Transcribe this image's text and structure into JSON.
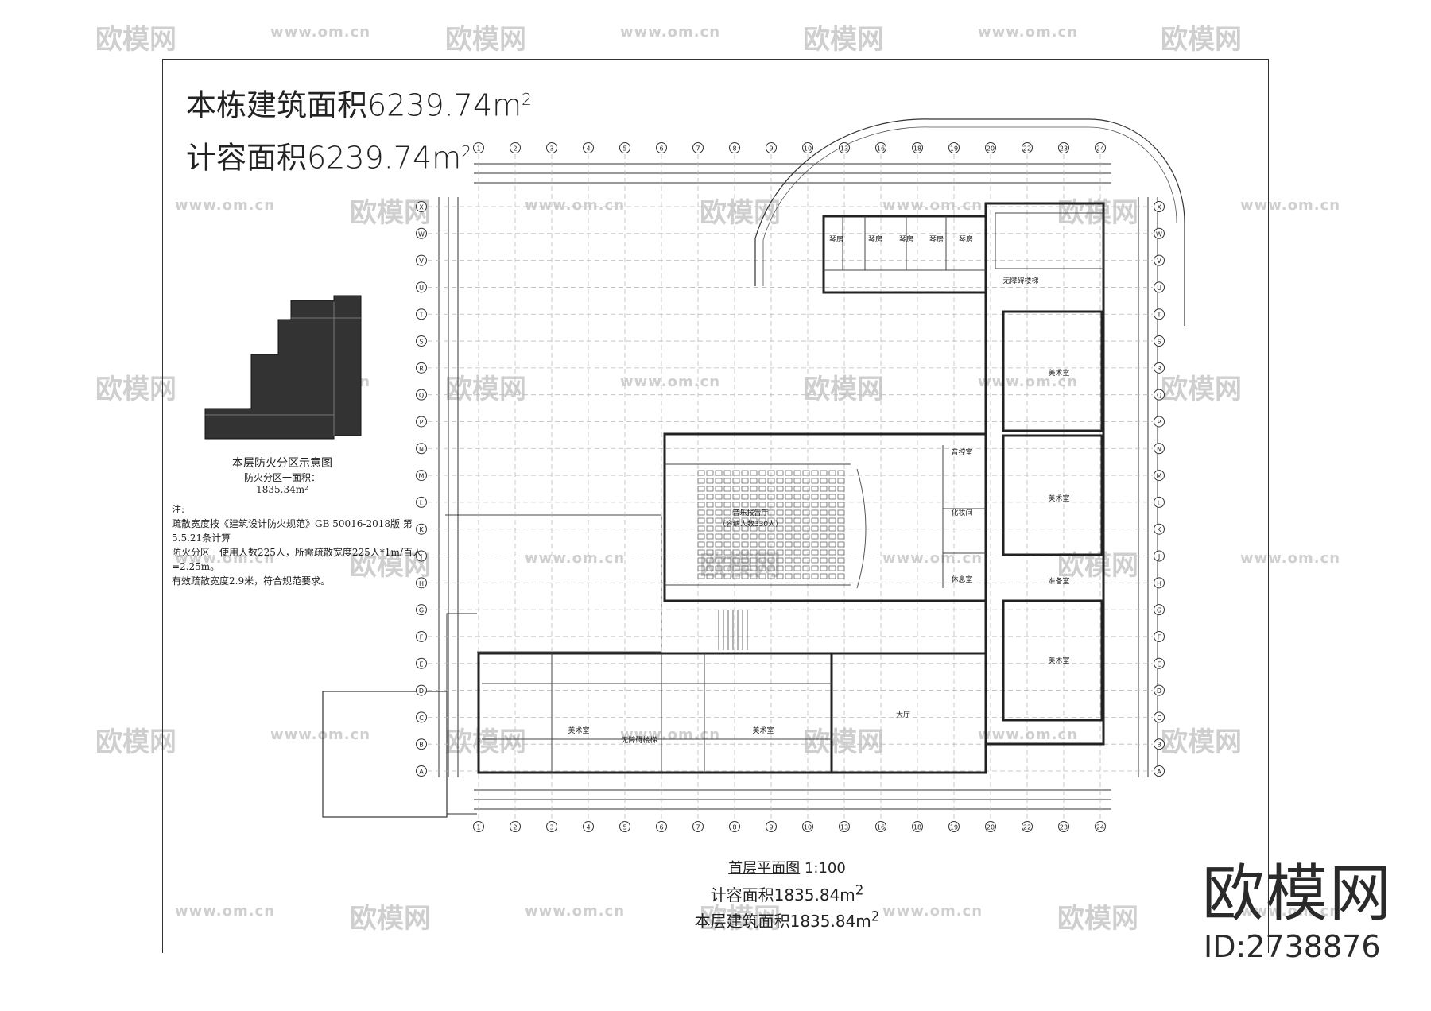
{
  "header": {
    "total_area_line": "本栋建筑面积6239.74m",
    "counted_area_line": "计容面积6239.74m",
    "sup": "2"
  },
  "fire_diagram": {
    "caption": "本层防火分区示意图",
    "sub": "防火分区一面积：1835.34m²"
  },
  "notes": {
    "heading": "注:",
    "lines": [
      "疏散宽度按《建筑设计防火规范》GB 50016-2018版 第",
      "5.5.21条计算",
      "防火分区一使用人数225人，所需疏散宽度225人*1m/百人",
      "=2.25m。",
      "有效疏散宽度2.9米，符合规范要求。"
    ]
  },
  "rooms": {
    "piano": "琴房",
    "art": "美术室",
    "hall": "大厅",
    "auditorium": "音乐报告厅",
    "auditorium_sub": "（容纳人数330人）",
    "control": "音控室",
    "dressing": "化妆间",
    "lounge": "休息室",
    "prep": "准备室",
    "stair": "无障碍楼梯"
  },
  "axes": {
    "top": [
      "1",
      "2",
      "3",
      "4",
      "5",
      "6",
      "7",
      "8",
      "9",
      "10",
      "13",
      "16",
      "18",
      "19",
      "20",
      "22",
      "23",
      "24"
    ],
    "left": [
      "X",
      "W",
      "V",
      "U",
      "T",
      "S",
      "R",
      "Q",
      "P",
      "N",
      "M",
      "L",
      "K",
      "J",
      "H",
      "G",
      "F",
      "E",
      "D",
      "C",
      "B",
      "A"
    ]
  },
  "plan_caption": {
    "title": "首层平面图",
    "scale": "1:100",
    "counted_area": "计容面积1835.84m",
    "floor_area": "本层建筑面积1835.84m",
    "sup": "2"
  },
  "brand": {
    "name": "欧模网",
    "id": "ID:2738876"
  },
  "watermarks": {
    "cn": "欧模网",
    "url": "www.om.cn",
    "url_short": "om.cn"
  }
}
